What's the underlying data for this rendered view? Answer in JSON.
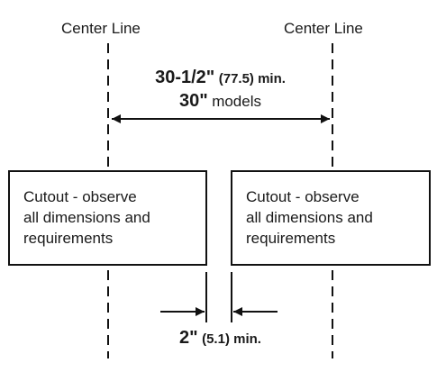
{
  "center_line_label_left": "Center Line",
  "center_line_label_right": "Center Line",
  "top_dimension": {
    "value": "30-1/2\"",
    "metric": "(77.5) min.",
    "value2": "30\"",
    "note": "models"
  },
  "cutout_left": {
    "line1": "Cutout - observe",
    "line2": "all dimensions and",
    "line3": "requirements"
  },
  "cutout_right": {
    "line1": "Cutout - observe",
    "line2": "all dimensions and",
    "line3": "requirements"
  },
  "bottom_dimension": {
    "value": "2\"",
    "metric": "(5.1) min."
  }
}
